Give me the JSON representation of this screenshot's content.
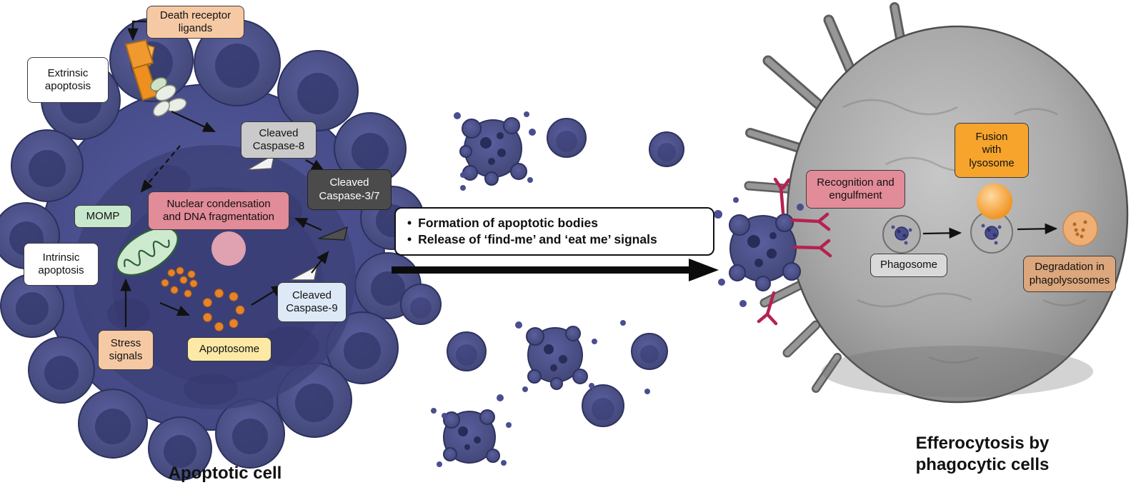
{
  "colors": {
    "apoptotic_cell_blue": "#4a4e8f",
    "phagocyte_gray": "#9a9a9a",
    "peach_box": "#f6c9a5",
    "rose_box": "#e28b99",
    "green_box": "#c8e8cd",
    "yellow_box": "#fce9a6",
    "light_blue_box": "#dde9f6",
    "gray_box": "#cacaca",
    "dark_box": "#4b4b4b",
    "orange_box": "#f6a42c",
    "tan_box": "#dca77d",
    "receptor_crimson": "#b5224f",
    "lysosome_orange": "#f0931f"
  },
  "left_cell": {
    "caption": "Apoptotic cell",
    "labels": {
      "death_receptor_ligands": "Death receptor\nligands",
      "extrinsic_apoptosis": "Extrinsic\napoptosis",
      "cleaved_caspase_8": "Cleaved\nCaspase-8",
      "cleaved_caspase_37": "Cleaved\nCaspase-3/7",
      "nuclear_condensation": "Nuclear condensation\nand DNA fragmentation",
      "momp": "MOMP",
      "intrinsic_apoptosis": "Intrinsic\napoptosis",
      "stress_signals": "Stress\nsignals",
      "apoptosome": "Apoptosome",
      "cleaved_caspase_9": "Cleaved\nCaspase-9"
    }
  },
  "center": {
    "bullets": [
      "Formation of apoptotic bodies",
      "Release of ‘find-me’ and ‘eat me’ signals"
    ]
  },
  "right_cell": {
    "caption": "Efferocytosis by\nphagocytic cells",
    "labels": {
      "recognition_engulfment": "Recognition and\nengulfment",
      "fusion_lysosome": "Fusion\nwith\nlysosome",
      "phagosome": "Phagosome",
      "degradation": "Degradation in\nphagolysosomes"
    }
  }
}
